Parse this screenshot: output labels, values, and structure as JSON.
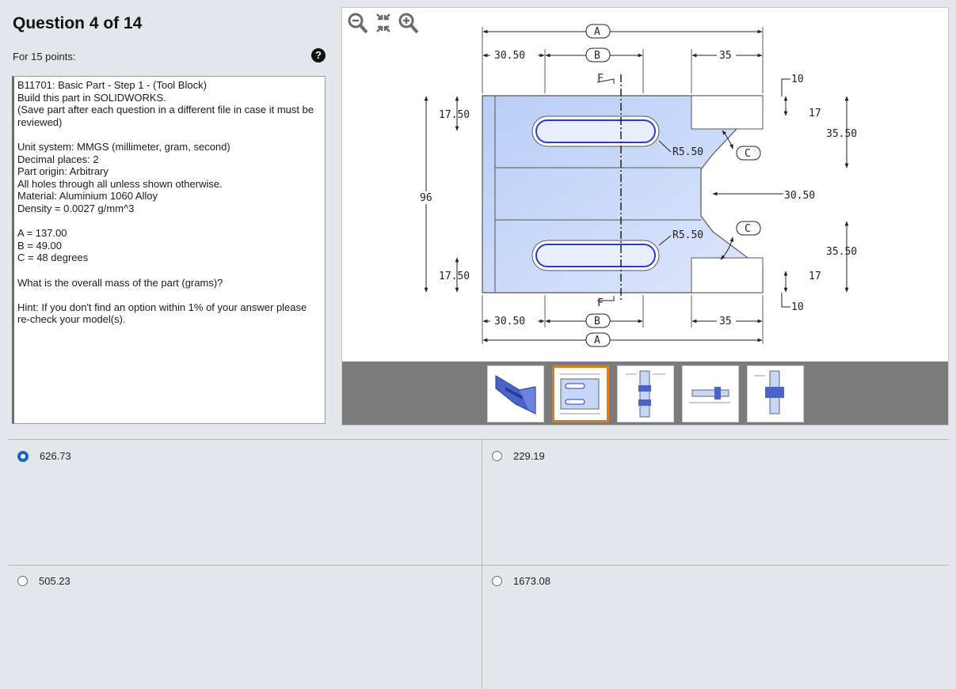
{
  "question": {
    "title": "Question 4 of 14",
    "points_label": "For 15 points:",
    "help_icon": "question-circle-icon",
    "text_lines": [
      "B11701:  Basic Part - Step 1 - (Tool Block)",
      "Build this part in SOLIDWORKS.",
      "(Save part after each question in a different file in case it must be reviewed)",
      "",
      "Unit system: MMGS (millimeter, gram, second)",
      "Decimal places: 2",
      "Part origin: Arbitrary",
      "All holes through all unless shown otherwise.",
      "Material: Aluminium 1060 Alloy",
      "Density = 0.0027 g/mm^3",
      "",
      "A = 137.00",
      "B = 49.00",
      "C = 48 degrees",
      "",
      "What is the overall mass of the part (grams)?",
      "",
      "Hint: If you don't find an option within 1% of your answer please re-check your model(s)."
    ]
  },
  "viewer": {
    "tools": [
      "zoom-out-icon",
      "fit-icon",
      "zoom-in-icon"
    ],
    "drawing": {
      "dim_A": "A",
      "dim_B": "B",
      "dim_C": "C",
      "dim_30_50": "30.50",
      "dim_35": "35",
      "dim_10": "10",
      "dim_17": "17",
      "dim_35_50": "35.50",
      "dim_17_50": "17.50",
      "dim_96": "96",
      "radius": "R5.50",
      "section_label": "F"
    },
    "thumbnails": [
      {
        "name": "isometric-view",
        "selected": false
      },
      {
        "name": "top-view",
        "selected": true
      },
      {
        "name": "front-view",
        "selected": false
      },
      {
        "name": "side-view",
        "selected": false
      },
      {
        "name": "section-view",
        "selected": false
      }
    ]
  },
  "answers": [
    {
      "label": "626.73",
      "selected": true
    },
    {
      "label": "229.19",
      "selected": false
    },
    {
      "label": "505.23",
      "selected": false
    },
    {
      "label": "1673.08",
      "selected": false
    }
  ],
  "colors": {
    "accent": "#1565c0",
    "thumb_selected": "#e07b1a",
    "part_fill": "#c6d6f7"
  }
}
